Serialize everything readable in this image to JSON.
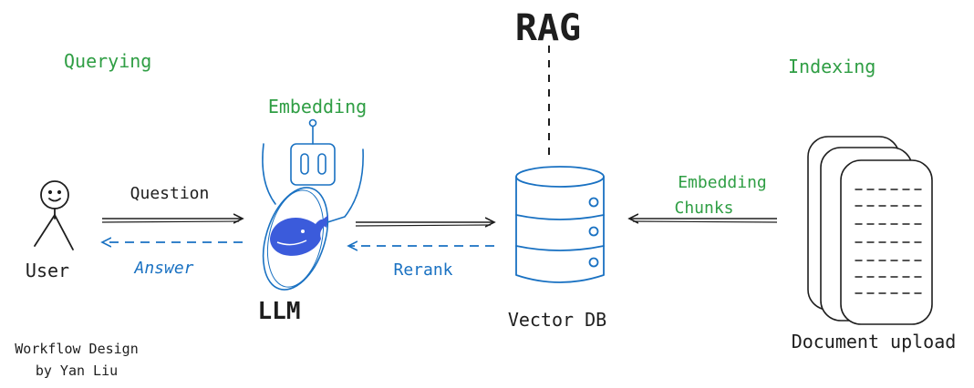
{
  "title": "RAG",
  "sections": {
    "querying": "Querying",
    "indexing": "Indexing"
  },
  "nodes": {
    "user": "User",
    "llm": "LLM",
    "llm_top_label": "Embedding",
    "vector_db": "Vector DB",
    "document_upload": "Document upload"
  },
  "edges": {
    "question": "Question",
    "answer": "Answer",
    "rerank": "Rerank",
    "indexing_label_line1": "Embedding",
    "indexing_label_line2": "Chunks"
  },
  "credit": {
    "line1": "Workflow Design",
    "line2": "by Yan Liu"
  },
  "colors": {
    "ink": "#1e1e1e",
    "green": "#2f9e44",
    "blue": "#1971c2",
    "whale": "#3b5bdb"
  },
  "icons": {
    "user": "stick-figure-icon",
    "robot": "robot-head-icon",
    "whale": "whale-logo-icon",
    "database": "database-icon",
    "documents": "stacked-documents-icon"
  }
}
